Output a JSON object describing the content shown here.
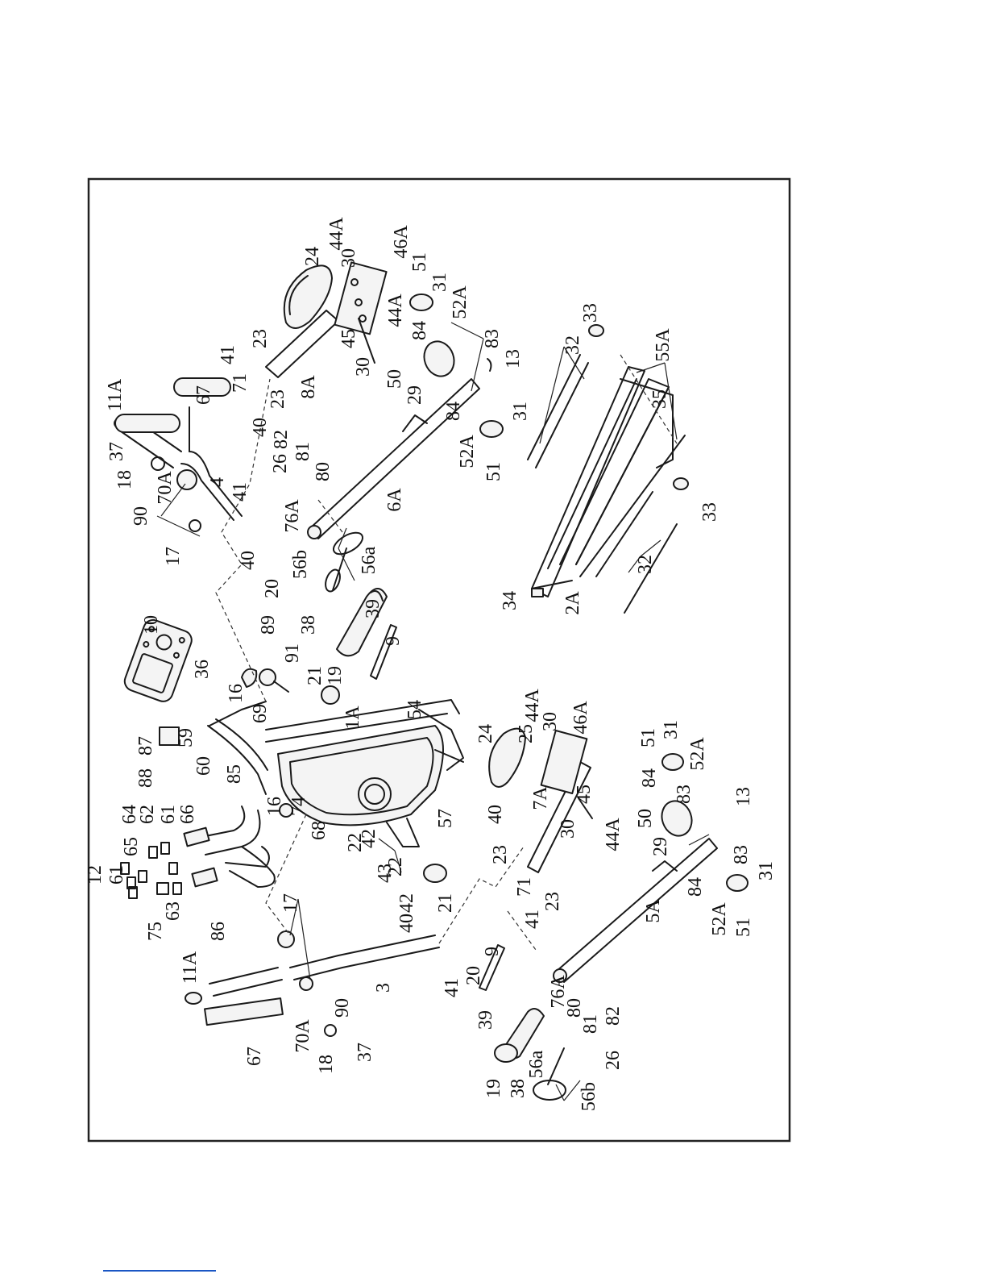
{
  "labels": [
    {
      "id": "l10",
      "text": "10"
    },
    {
      "id": "l36",
      "text": "36"
    },
    {
      "id": "l89",
      "text": "89"
    },
    {
      "id": "l91",
      "text": "91"
    },
    {
      "id": "l16a",
      "text": "16"
    },
    {
      "id": "l21a",
      "text": "21"
    },
    {
      "id": "l19a",
      "text": "19"
    },
    {
      "id": "l38a",
      "text": "38"
    },
    {
      "id": "l39a",
      "text": "39"
    },
    {
      "id": "l9a",
      "text": "9"
    },
    {
      "id": "l56a1",
      "text": "56a"
    },
    {
      "id": "l56b1",
      "text": "56b"
    },
    {
      "id": "l20a",
      "text": "20"
    },
    {
      "id": "l40a",
      "text": "40"
    },
    {
      "id": "l17a",
      "text": "17"
    },
    {
      "id": "l90a",
      "text": "90"
    },
    {
      "id": "l18a",
      "text": "18"
    },
    {
      "id": "l37a",
      "text": "37"
    },
    {
      "id": "l70A1",
      "text": "70A"
    },
    {
      "id": "l11A1",
      "text": "11A"
    },
    {
      "id": "l67a",
      "text": "67"
    },
    {
      "id": "l4",
      "text": "4"
    },
    {
      "id": "l41a",
      "text": "41"
    },
    {
      "id": "l76A1",
      "text": "76A"
    },
    {
      "id": "l26a",
      "text": "26"
    },
    {
      "id": "l82a",
      "text": "82"
    },
    {
      "id": "l81a",
      "text": "81"
    },
    {
      "id": "l80a",
      "text": "80"
    },
    {
      "id": "l40b",
      "text": "40"
    },
    {
      "id": "l23a",
      "text": "23"
    },
    {
      "id": "l71a",
      "text": "71"
    },
    {
      "id": "l41b",
      "text": "41"
    },
    {
      "id": "l23b",
      "text": "23"
    },
    {
      "id": "l8A",
      "text": "8A"
    },
    {
      "id": "l24a",
      "text": "24"
    },
    {
      "id": "l44A1",
      "text": "44A"
    },
    {
      "id": "l30a",
      "text": "30"
    },
    {
      "id": "l46A1",
      "text": "46A"
    },
    {
      "id": "l45a",
      "text": "45"
    },
    {
      "id": "l44A2",
      "text": "44A"
    },
    {
      "id": "l30b",
      "text": "30"
    },
    {
      "id": "l51a",
      "text": "51"
    },
    {
      "id": "l31a",
      "text": "31"
    },
    {
      "id": "l52A1",
      "text": "52A"
    },
    {
      "id": "l84a",
      "text": "84"
    },
    {
      "id": "l83a",
      "text": "83"
    },
    {
      "id": "l50a",
      "text": "50"
    },
    {
      "id": "l29a",
      "text": "29"
    },
    {
      "id": "l13a",
      "text": "13"
    },
    {
      "id": "l6A",
      "text": "6A"
    },
    {
      "id": "l52A2",
      "text": "52A"
    },
    {
      "id": "l84b",
      "text": "84"
    },
    {
      "id": "l31b",
      "text": "31"
    },
    {
      "id": "l51b",
      "text": "51"
    },
    {
      "id": "l33a",
      "text": "33"
    },
    {
      "id": "l32a",
      "text": "32"
    },
    {
      "id": "l55A",
      "text": "55A"
    },
    {
      "id": "l35",
      "text": "35"
    },
    {
      "id": "l33b",
      "text": "33"
    },
    {
      "id": "l32b",
      "text": "32"
    },
    {
      "id": "l2A",
      "text": "2A"
    },
    {
      "id": "l34",
      "text": "34"
    },
    {
      "id": "l87",
      "text": "87"
    },
    {
      "id": "l88",
      "text": "88"
    },
    {
      "id": "l59",
      "text": "59"
    },
    {
      "id": "l60",
      "text": "60"
    },
    {
      "id": "l69",
      "text": "69"
    },
    {
      "id": "l1A",
      "text": "1A"
    },
    {
      "id": "l54",
      "text": "54"
    },
    {
      "id": "l16b",
      "text": "16"
    },
    {
      "id": "l74",
      "text": "74"
    },
    {
      "id": "l68",
      "text": "68"
    },
    {
      "id": "l57",
      "text": "57"
    },
    {
      "id": "l42a",
      "text": "42"
    },
    {
      "id": "l43",
      "text": "43"
    },
    {
      "id": "l22a",
      "text": "22"
    },
    {
      "id": "l22b",
      "text": "22"
    },
    {
      "id": "l42b",
      "text": "42"
    },
    {
      "id": "l21b",
      "text": "21"
    },
    {
      "id": "l12",
      "text": "12"
    },
    {
      "id": "l61a",
      "text": "61"
    },
    {
      "id": "l65",
      "text": "65"
    },
    {
      "id": "l64",
      "text": "64"
    },
    {
      "id": "l62",
      "text": "62"
    },
    {
      "id": "l61b",
      "text": "61"
    },
    {
      "id": "l66",
      "text": "66"
    },
    {
      "id": "l85",
      "text": "85"
    },
    {
      "id": "l75",
      "text": "75"
    },
    {
      "id": "l63",
      "text": "63"
    },
    {
      "id": "l86",
      "text": "86"
    },
    {
      "id": "l11A2",
      "text": "11A"
    },
    {
      "id": "l17b",
      "text": "17"
    },
    {
      "id": "l70A2",
      "text": "70A"
    },
    {
      "id": "l90b",
      "text": "90"
    },
    {
      "id": "l18b",
      "text": "18"
    },
    {
      "id": "l37b",
      "text": "37"
    },
    {
      "id": "l67b",
      "text": "67"
    },
    {
      "id": "l3",
      "text": "3"
    },
    {
      "id": "l40c",
      "text": "40"
    },
    {
      "id": "l41c",
      "text": "41"
    },
    {
      "id": "l20b",
      "text": "20"
    },
    {
      "id": "l9b",
      "text": "9"
    },
    {
      "id": "l39b",
      "text": "39"
    },
    {
      "id": "l19b",
      "text": "19"
    },
    {
      "id": "l38b",
      "text": "38"
    },
    {
      "id": "l56a2",
      "text": "56a"
    },
    {
      "id": "l56b2",
      "text": "56b"
    },
    {
      "id": "l76A2",
      "text": "76A"
    },
    {
      "id": "l80b",
      "text": "80"
    },
    {
      "id": "l81b",
      "text": "81"
    },
    {
      "id": "l82b",
      "text": "82"
    },
    {
      "id": "l26b",
      "text": "26"
    },
    {
      "id": "l23c",
      "text": "23"
    },
    {
      "id": "l40d",
      "text": "40"
    },
    {
      "id": "l71b",
      "text": "71"
    },
    {
      "id": "l23d",
      "text": "23"
    },
    {
      "id": "l41d",
      "text": "41"
    },
    {
      "id": "l24b",
      "text": "24"
    },
    {
      "id": "l25",
      "text": "25"
    },
    {
      "id": "l30c",
      "text": "30"
    },
    {
      "id": "l44A3",
      "text": "44A"
    },
    {
      "id": "l46A2",
      "text": "46A"
    },
    {
      "id": "l7A",
      "text": "7A"
    },
    {
      "id": "l45b",
      "text": "45"
    },
    {
      "id": "l30d",
      "text": "30"
    },
    {
      "id": "l44A4",
      "text": "44A"
    },
    {
      "id": "l5A",
      "text": "5A"
    },
    {
      "id": "l50b",
      "text": "50"
    },
    {
      "id": "l29b",
      "text": "29"
    },
    {
      "id": "l51c",
      "text": "51"
    },
    {
      "id": "l31c",
      "text": "31"
    },
    {
      "id": "l52A3",
      "text": "52A"
    },
    {
      "id": "l84c",
      "text": "84"
    },
    {
      "id": "l83b",
      "text": "83"
    },
    {
      "id": "l13b",
      "text": "13"
    },
    {
      "id": "l83c",
      "text": "83"
    },
    {
      "id": "l84d",
      "text": "84"
    },
    {
      "id": "l52A4",
      "text": "52A"
    },
    {
      "id": "l31d",
      "text": "31"
    },
    {
      "id": "l51d",
      "text": "51"
    }
  ]
}
